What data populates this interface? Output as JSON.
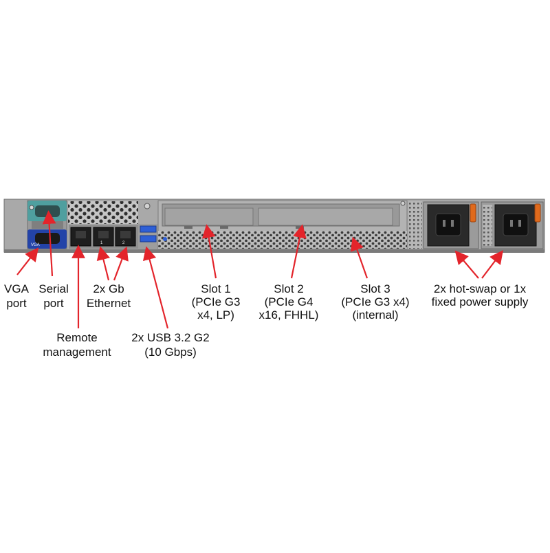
{
  "colors": {
    "arrow": "#e3242b",
    "chassis": "#a9a9a9",
    "vga": "#2343a8",
    "serial": "#4f9f9f",
    "handle": "#e06a1c"
  },
  "ports": {
    "vga_label": "VGA",
    "eth_mgmt_label": "",
    "eth1_label": "1",
    "eth2_label": "2"
  },
  "labels": [
    {
      "id": "vga",
      "lines": [
        "VGA",
        "port"
      ]
    },
    {
      "id": "serial",
      "lines": [
        "Serial",
        "port"
      ]
    },
    {
      "id": "ethernet",
      "lines": [
        "2x Gb",
        "Ethernet"
      ]
    },
    {
      "id": "remote",
      "lines": [
        "Remote",
        "management"
      ]
    },
    {
      "id": "usb",
      "lines": [
        "2x USB 3.2 G2",
        "(10 Gbps)"
      ]
    },
    {
      "id": "slot1",
      "lines": [
        "Slot 1",
        "(PCIe G3",
        "x4,  LP)"
      ]
    },
    {
      "id": "slot2",
      "lines": [
        "Slot 2",
        "(PCIe G4",
        "x16, FHHL)"
      ]
    },
    {
      "id": "slot3",
      "lines": [
        "Slot 3",
        "(PCIe G3 x4)",
        "(internal)"
      ]
    },
    {
      "id": "psu",
      "lines": [
        "2x hot-swap or 1x",
        "fixed power supply"
      ]
    }
  ]
}
